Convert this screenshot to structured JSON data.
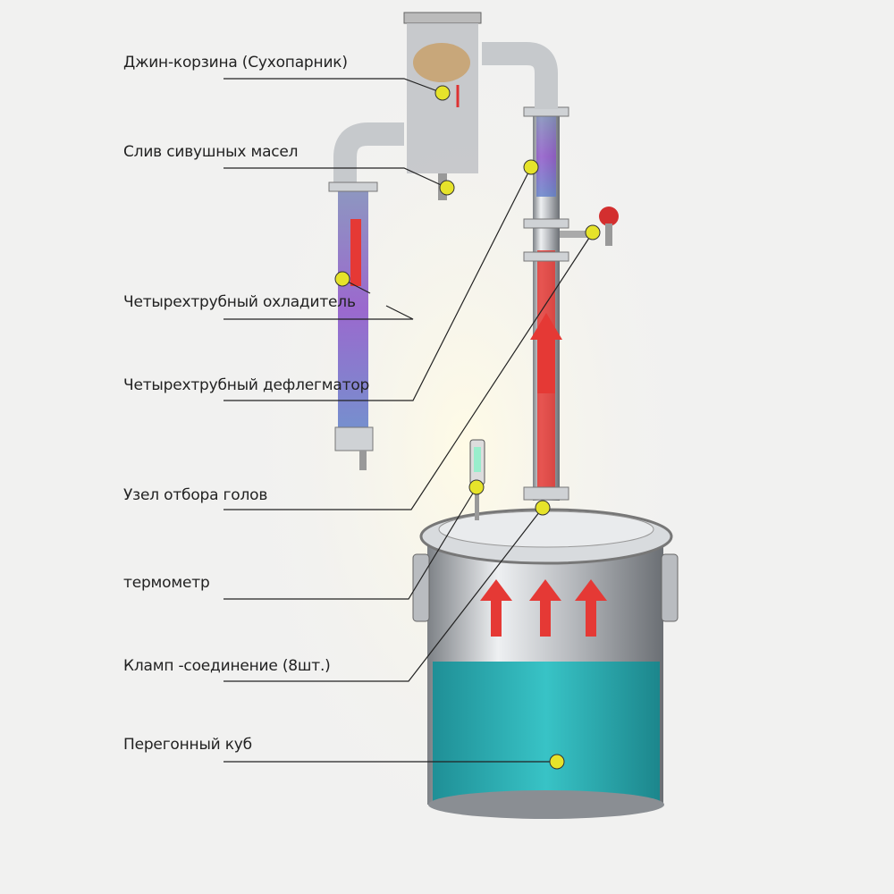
{
  "labels": {
    "gin_basket": "Джин-корзина (Сухопарник)",
    "fusel_drain": "Слив сивушных масел",
    "cooler": "Четырехтрубный охладитель",
    "dephlegmator": "Четырехтрубный дефлегматор",
    "heads_unit": "Узел отбора голов",
    "thermometer": "термометр",
    "clamp": "Кламп -соединение (8шт.)",
    "still_pot": "Перегонный куб"
  },
  "colors": {
    "marker": "#e6e32a",
    "water": "#2bb3b8",
    "steam_arrow": "#e53935",
    "steel": "#c9ccd0"
  }
}
